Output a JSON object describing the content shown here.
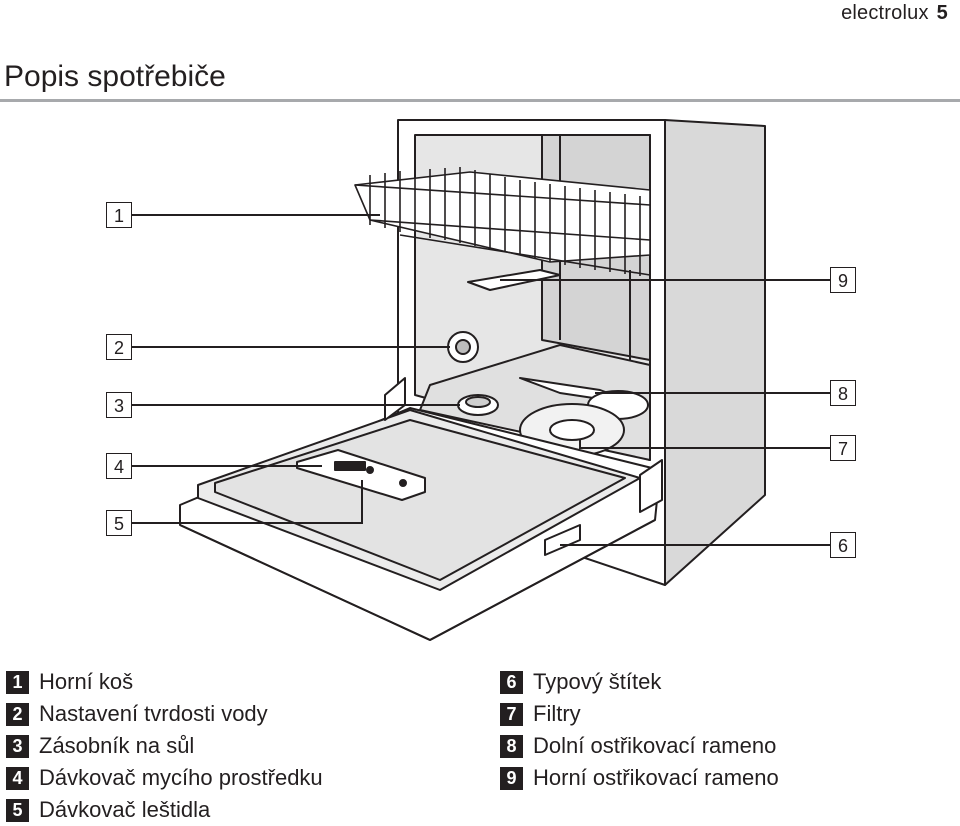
{
  "header": {
    "brand": "electrolux",
    "page_number": "5"
  },
  "page_title": "Popis spotřebiče",
  "callouts": [
    "1",
    "2",
    "3",
    "4",
    "5",
    "6",
    "7",
    "8",
    "9"
  ],
  "legend_left": [
    {
      "num": "1",
      "text": "Horní koš"
    },
    {
      "num": "2",
      "text": "Nastavení tvrdosti vody"
    },
    {
      "num": "3",
      "text": "Zásobník na sůl"
    },
    {
      "num": "4",
      "text": "Dávkovač mycího prostředku"
    },
    {
      "num": "5",
      "text": "Dávkovač leštidla"
    }
  ],
  "legend_right": [
    {
      "num": "6",
      "text": "Typový štítek"
    },
    {
      "num": "7",
      "text": "Filtry"
    },
    {
      "num": "8",
      "text": "Dolní ostřikovací rameno"
    },
    {
      "num": "9",
      "text": "Horní ostřikovací rameno"
    }
  ]
}
